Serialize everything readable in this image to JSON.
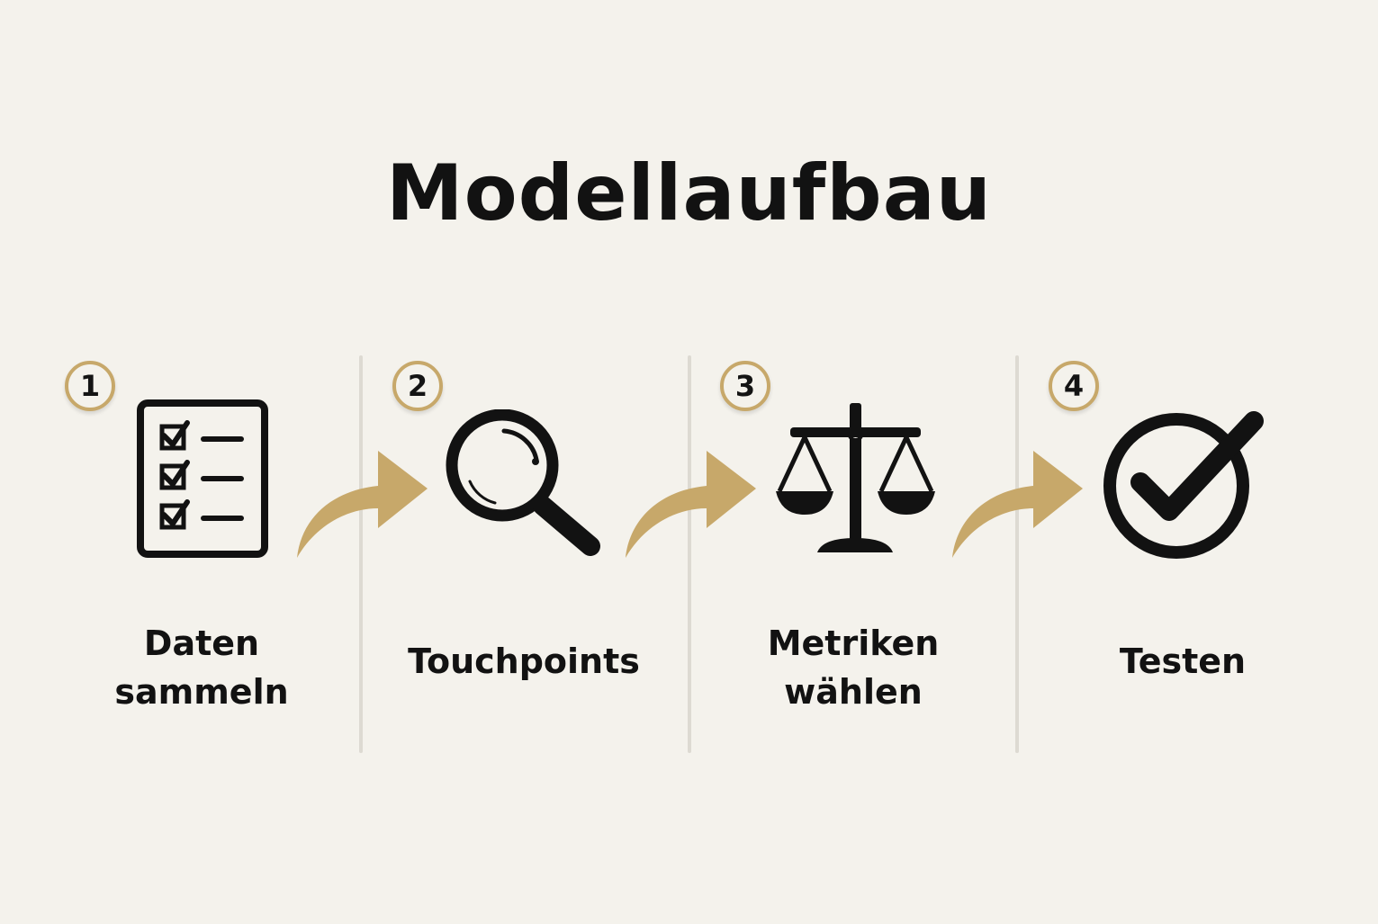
{
  "title": "Modellaufbau",
  "accent_color": "#c7a86a",
  "steps": [
    {
      "number": "1",
      "label_line1": "Daten",
      "label_line2": "sammeln",
      "icon": "checklist-icon"
    },
    {
      "number": "2",
      "label_line1": "Touchpoints",
      "icon": "magnifier-icon"
    },
    {
      "number": "3",
      "label_line1": "Metriken",
      "label_line2": "wählen",
      "icon": "scale-icon"
    },
    {
      "number": "4",
      "label_line1": "Testen",
      "icon": "check-circle-icon"
    }
  ]
}
